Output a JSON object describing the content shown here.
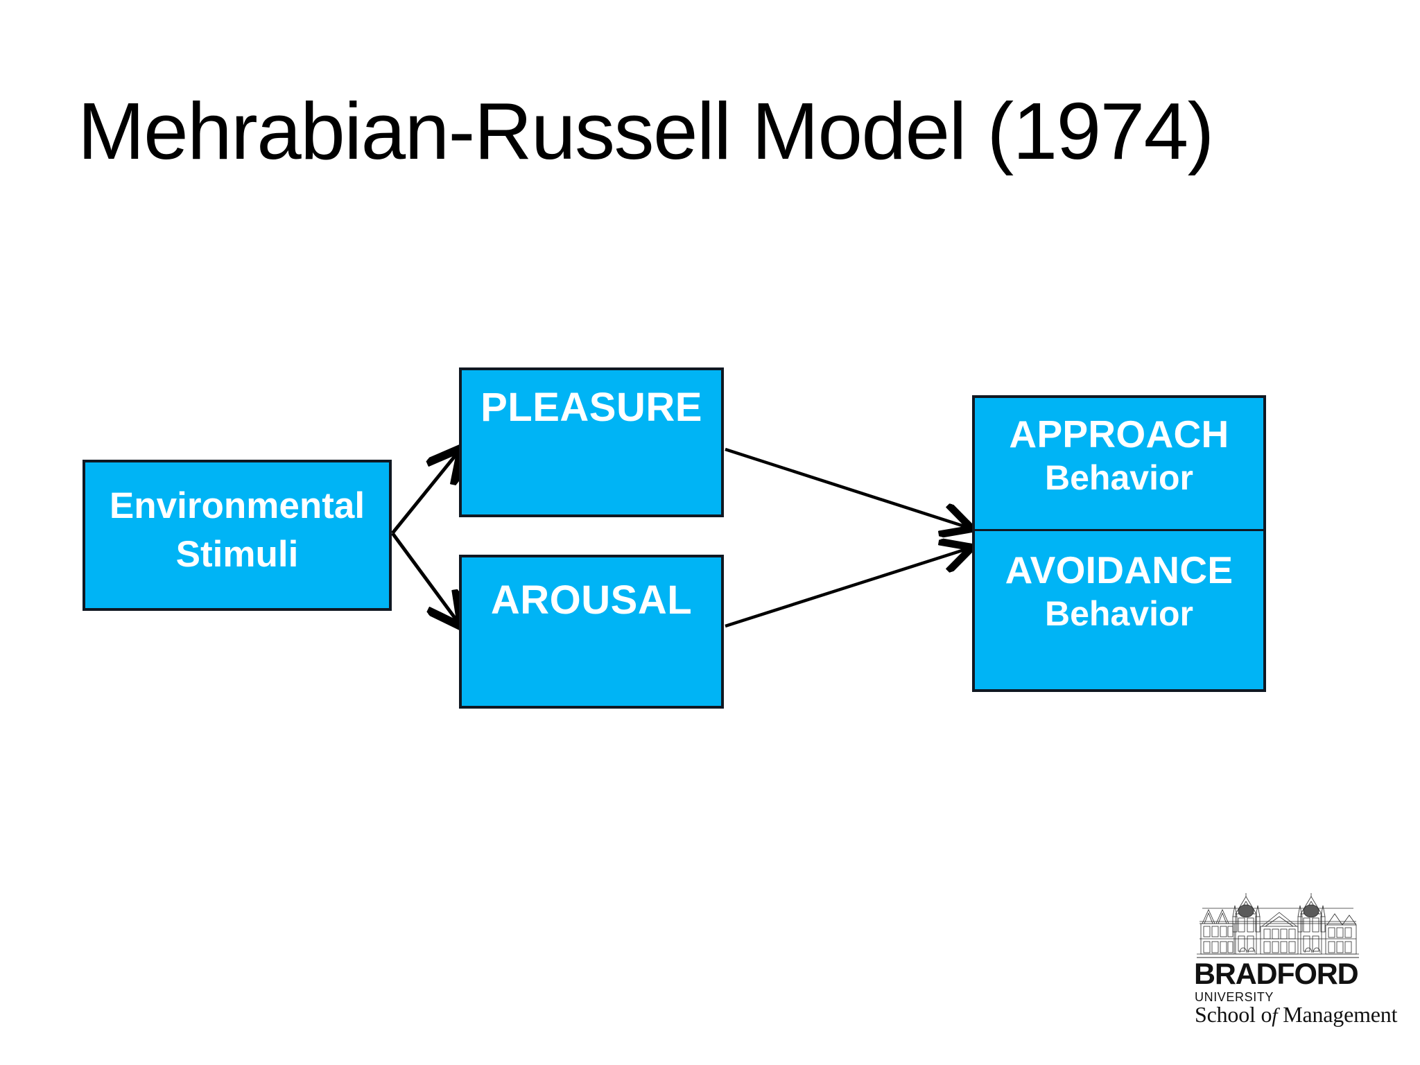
{
  "slide": {
    "title": "Mehrabian-Russell Model (1974)",
    "background_color": "#FFFFFF",
    "accent_color": "#00B4F5",
    "node_border_color": "#101822",
    "node_text_color": "#FFFFFF",
    "title_color": "#000000"
  },
  "diagram": {
    "type": "flow-diagram",
    "nodes": {
      "environmental_stimuli": {
        "line1": "Environmental",
        "line2": "Stimuli"
      },
      "pleasure": {
        "label": "PLEASURE"
      },
      "arousal": {
        "label": "AROUSAL"
      },
      "approach": {
        "line1": "APPROACH",
        "line2": "Behavior"
      },
      "avoidance": {
        "line1": "AVOIDANCE",
        "line2": "Behavior"
      }
    },
    "edges": [
      {
        "from": "environmental_stimuli",
        "to": "pleasure",
        "arrow": "single"
      },
      {
        "from": "environmental_stimuli",
        "to": "arousal",
        "arrow": "single"
      },
      {
        "from": "pleasure",
        "to": "approach_avoidance",
        "arrow": "single"
      },
      {
        "from": "arousal",
        "to": "approach_avoidance",
        "arrow": "single"
      }
    ]
  },
  "logo": {
    "wordmark": "BRADFORD",
    "university": "UNIVERSITY",
    "school_prefix": "School o",
    "school_italic": "f",
    "school_suffix": " Management",
    "alt": "University of Bradford School of Management"
  }
}
